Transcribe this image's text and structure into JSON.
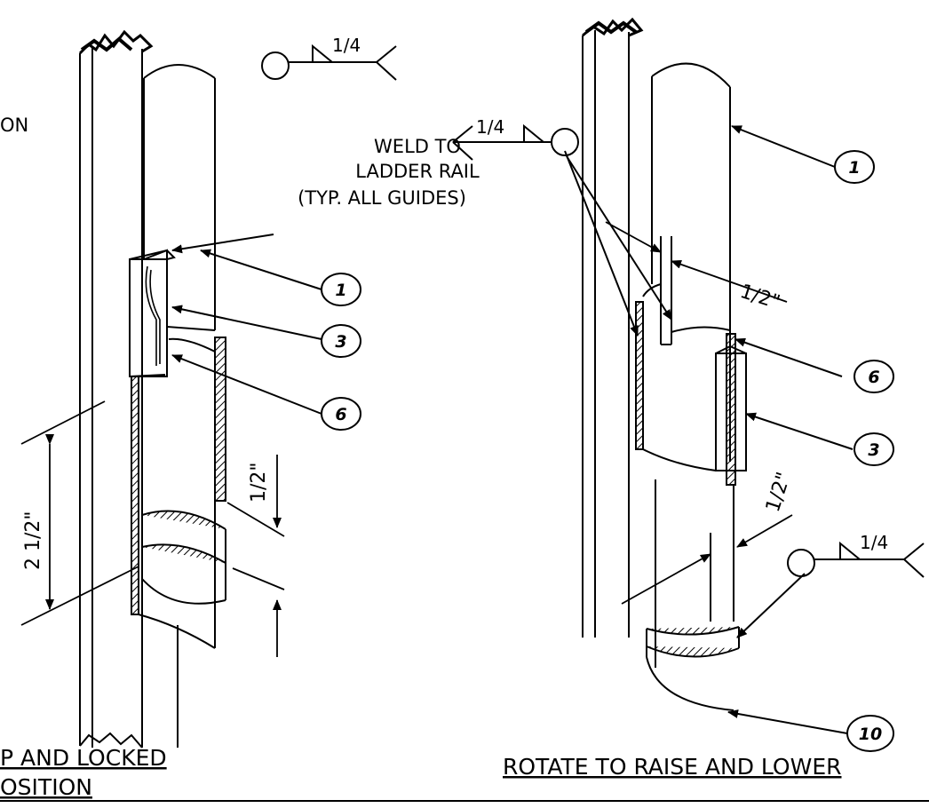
{
  "notes": {
    "cropped_on": "ON",
    "weld_to_line1": "WELD TO",
    "weld_to_line2": "LADDER RAIL",
    "weld_to_line3": "(TYP. ALL GUIDES)"
  },
  "weld_symbols": {
    "left_top": "1/4",
    "center": "1/4",
    "right_bottom": "1/4"
  },
  "dimensions": {
    "overall": "2 1/2\"",
    "left_gap": "1/2\"",
    "right_slot": "1/2\"",
    "right_gap": "1/2\""
  },
  "tags": {
    "left_1": "1",
    "left_3": "3",
    "left_6": "6",
    "right_1": "1",
    "right_6": "6",
    "right_3": "3",
    "right_10": "10"
  },
  "titles": {
    "left_line1": "P  AND  LOCKED",
    "left_line2": "OSITION",
    "right": "ROTATE  TO  RAISE  AND  LOWER"
  },
  "colors": {
    "line": "#000000",
    "background": "#ffffff"
  }
}
